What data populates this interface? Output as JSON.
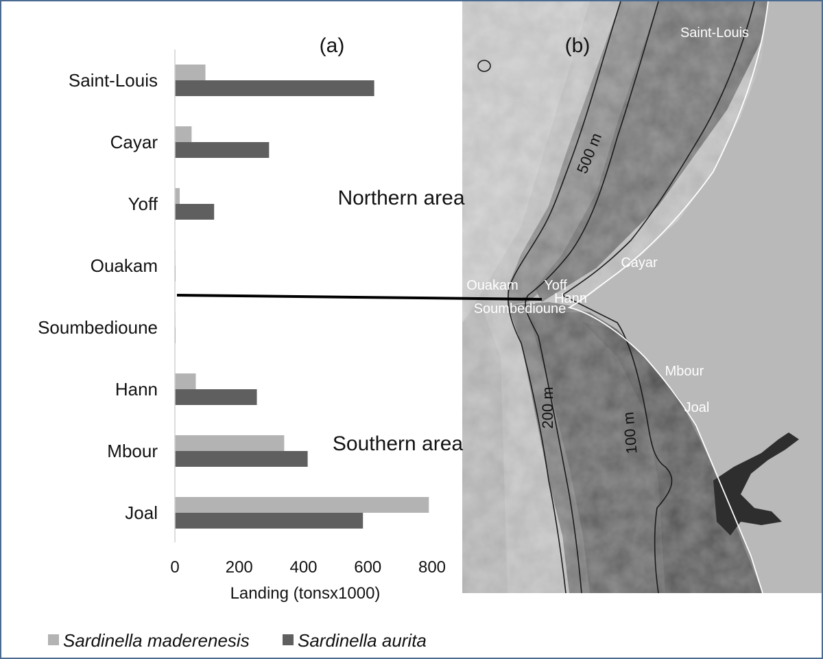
{
  "panel_a_label": "(a)",
  "panel_b_label": "(b)",
  "colors": {
    "maderensis": "#b3b3b3",
    "aurita": "#5f5f5f",
    "frame": "#4a6a90"
  },
  "chart_data": {
    "type": "bar",
    "orientation": "horizontal",
    "categories": [
      "Saint-Louis",
      "Cayar",
      "Yoff",
      "Ouakam",
      "Soumbedioune",
      "Hann",
      "Mbour",
      "Joal"
    ],
    "series": [
      {
        "name": "Sardinella maderenesis",
        "values": [
          95,
          52,
          15,
          1,
          1,
          65,
          340,
          790
        ]
      },
      {
        "name": "Sardinella aurita",
        "values": [
          620,
          293,
          122,
          2,
          2,
          255,
          413,
          585
        ]
      }
    ],
    "xlabel": "Landing (tonsx1000)",
    "xlim": [
      0,
      800
    ],
    "xticks": [
      "0",
      "200",
      "400",
      "600",
      "800"
    ],
    "grid": false,
    "legend": "bottom-left",
    "annotations": [
      "Northern area",
      "Southern area"
    ]
  },
  "map": {
    "places": [
      "Saint-Louis",
      "Cayar",
      "Ouakam",
      "Yoff",
      "Hann",
      "Soumbedioune",
      "Mbour",
      "Joal"
    ],
    "isobaths": [
      "500 m",
      "200 m",
      "100 m"
    ]
  }
}
